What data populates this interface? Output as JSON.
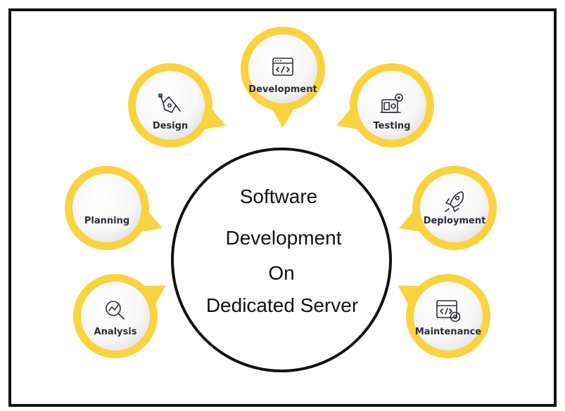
{
  "colors": {
    "ring": "#f8d33f",
    "inner": "#ffffff",
    "shade": "#e6e6e6",
    "text": "#2c2c36",
    "frame": "#111111"
  },
  "center": {
    "lines": [
      "Software",
      "Development",
      "On",
      "Dedicated Server"
    ]
  },
  "nodes": [
    {
      "key": "planning",
      "label": "Planning",
      "icon": ""
    },
    {
      "key": "design",
      "label": "Design",
      "icon": "pen-tool-icon"
    },
    {
      "key": "development",
      "label": "Development",
      "icon": "code-window-icon"
    },
    {
      "key": "testing",
      "label": "Testing",
      "icon": "test-machine-icon"
    },
    {
      "key": "deployment",
      "label": "Deployment",
      "icon": "rocket-icon"
    },
    {
      "key": "maintenance",
      "label": "Maintenance",
      "icon": "code-gear-icon"
    },
    {
      "key": "analysis",
      "label": "Analysis",
      "icon": "magnifier-chart-icon"
    }
  ]
}
